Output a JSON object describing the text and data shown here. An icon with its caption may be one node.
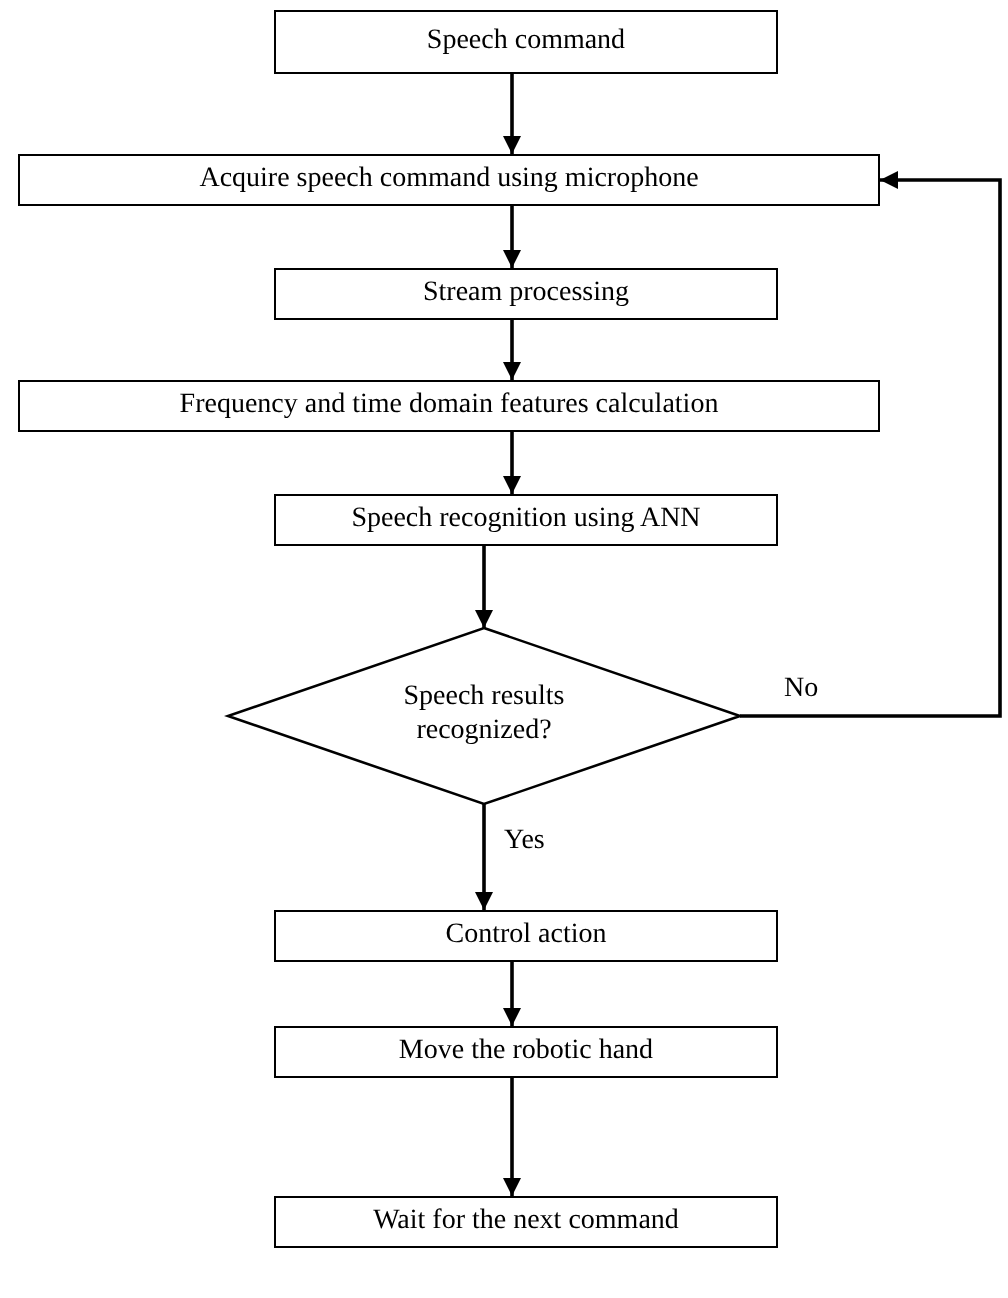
{
  "diagram": {
    "nodes": [
      {
        "text": [
          "Speech command"
        ]
      },
      {
        "text": [
          "Acquire speech command using microphone"
        ]
      },
      {
        "text": [
          "Stream processing"
        ]
      },
      {
        "text": [
          "Frequency and time domain features calculation"
        ]
      },
      {
        "text": [
          "Speech recognition using ANN"
        ]
      },
      {
        "text": [
          "Speech results recognized?"
        ]
      },
      {
        "text": [
          "Control action"
        ]
      },
      {
        "text": [
          "Move the robotic hand"
        ]
      },
      {
        "text": [
          "Wait for the next command"
        ]
      }
    ],
    "edges": [
      {
        "from": 0,
        "to": 1,
        "arrow": "to"
      },
      {
        "from": 1,
        "to": 2,
        "arrow": "to"
      },
      {
        "from": 2,
        "to": 3,
        "arrow": "to"
      },
      {
        "from": 3,
        "to": 4,
        "arrow": "to"
      },
      {
        "from": 4,
        "to": 5,
        "arrow": "to"
      },
      {
        "from": 5,
        "to": 1,
        "arrow": "to",
        "label": "No"
      },
      {
        "from": 5,
        "to": 6,
        "arrow": "to",
        "label": "Yes"
      },
      {
        "from": 6,
        "to": 7,
        "arrow": "to"
      },
      {
        "from": 7,
        "to": 8,
        "arrow": "to"
      }
    ]
  }
}
